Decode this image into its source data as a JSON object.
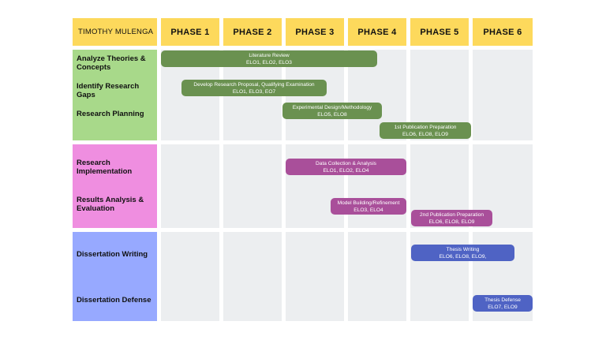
{
  "header": {
    "name": "TIMOTHY MULENGA",
    "phases": [
      "PHASE 1",
      "PHASE 2",
      "PHASE 3",
      "PHASE 4",
      "PHASE 5",
      "PHASE 6"
    ]
  },
  "colors": {
    "header": "#fdd95c",
    "group1_side": "#a8d98a",
    "group2_side": "#ef8ee0",
    "group3_side": "#97a9ff",
    "green_bar": "#6a9150",
    "purple_bar": "#a94f9a",
    "blue_bar": "#4f63c4",
    "cell": "#eceef0"
  },
  "groups": [
    {
      "labels": [
        "Analyze Theories & Concepts",
        "Identify Research Gaps",
        "Research Planning"
      ]
    },
    {
      "labels": [
        "Research Implementation",
        "Results Analysis & Evaluation"
      ]
    },
    {
      "labels": [
        "Dissertation Writing",
        "Dissertation Defense"
      ]
    }
  ],
  "tasks": [
    {
      "title": "Literature Review",
      "elos": "ELO1, ELO2, ELO3"
    },
    {
      "title": "Develop Research Proposal, Qualifying Examination",
      "elos": "ELO1, ELO3, EO7"
    },
    {
      "title": "Experimental Design/Methodology",
      "elos": "ELO5, ELO8"
    },
    {
      "title": "1st Publication Preparation",
      "elos": "ELO6, ELO8, ELO9"
    },
    {
      "title": "Data Collection & Analysis",
      "elos": "ELO1, ELO2, ELO4"
    },
    {
      "title": "Model Building/Refinement",
      "elos": "ELO3, ELO4"
    },
    {
      "title": "2nd Publication Preparation",
      "elos": "ELO6, ELO8, ELO9"
    },
    {
      "title": "Thesis Writing",
      "elos": "ELO6, ELO8, ELO9,"
    },
    {
      "title": "Thesis Defense",
      "elos": "ELO7, ELO9"
    }
  ]
}
